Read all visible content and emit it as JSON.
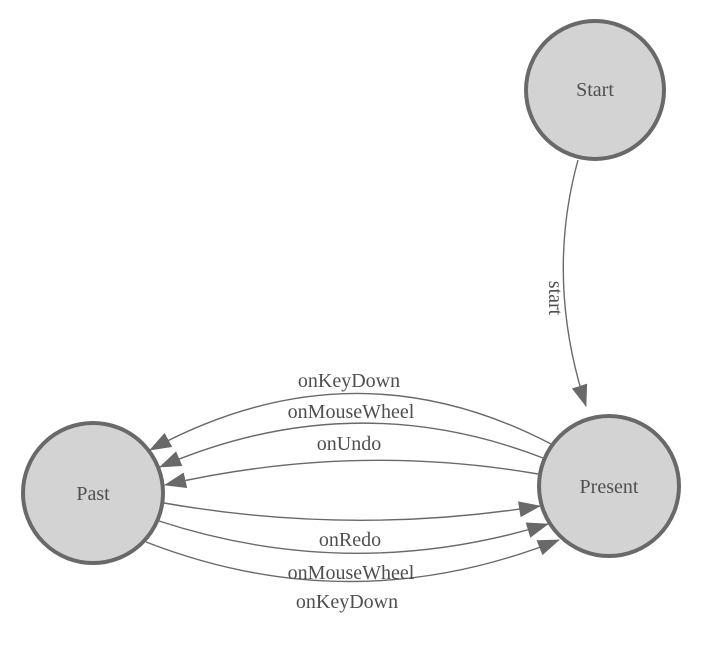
{
  "diagram": {
    "type": "state-machine",
    "colors": {
      "background": "#ffffff",
      "node_fill": "#d3d3d3",
      "node_border": "#696969",
      "edge": "#696969",
      "label": "#4f4f4f"
    },
    "nodes": [
      {
        "id": "start",
        "label": "Start"
      },
      {
        "id": "present",
        "label": "Present"
      },
      {
        "id": "past",
        "label": "Past"
      }
    ],
    "edges": [
      {
        "from": "start",
        "to": "present",
        "label": "start"
      },
      {
        "from": "present",
        "to": "past",
        "label": "onKeyDown"
      },
      {
        "from": "present",
        "to": "past",
        "label": "onMouseWheel"
      },
      {
        "from": "present",
        "to": "past",
        "label": "onUndo"
      },
      {
        "from": "past",
        "to": "present",
        "label": "onRedo"
      },
      {
        "from": "past",
        "to": "present",
        "label": "onMouseWheel"
      },
      {
        "from": "past",
        "to": "present",
        "label": "onKeyDown"
      }
    ]
  }
}
